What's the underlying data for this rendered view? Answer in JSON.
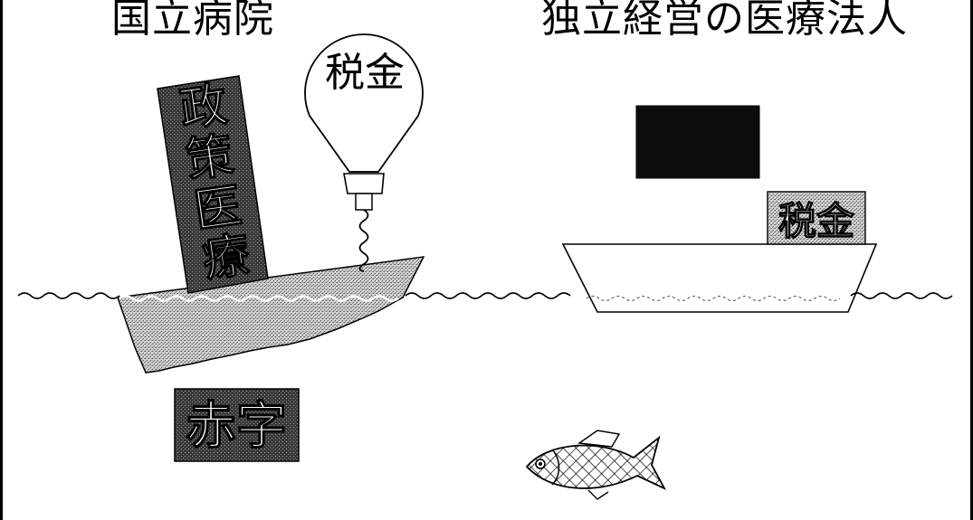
{
  "titles": {
    "left": "国立病院",
    "right": "独立経営の医療法人"
  },
  "labels": {
    "balloon": "税金",
    "policy": [
      "政",
      "策",
      "医",
      "療"
    ],
    "cargo": "税金",
    "deficit": "赤字"
  },
  "colors": {
    "ink": "#000000",
    "paper": "#ffffff",
    "stipple": "#9a9a9a",
    "label_bg": "#4a4a4a"
  }
}
